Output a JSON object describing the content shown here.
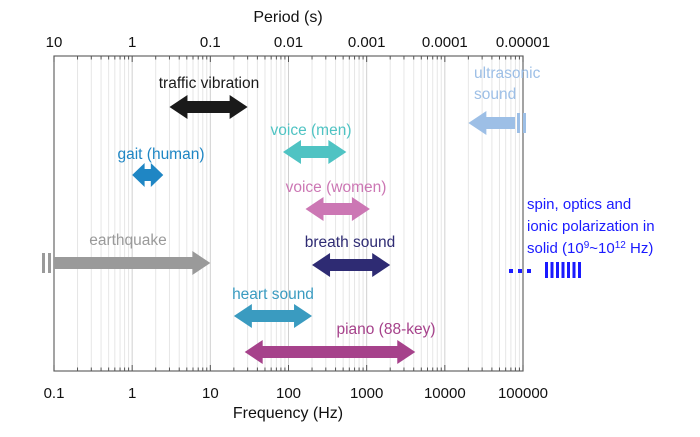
{
  "chart_data": {
    "type": "range",
    "xlabel": "Frequency (Hz)",
    "x2label": "Period (s)",
    "xscale": "log",
    "xlim": [
      0.1,
      100000
    ],
    "grid": "vertical-minor",
    "bottom_ticks": [
      "0.1",
      "1",
      "10",
      "100",
      "1000",
      "10000",
      "100000"
    ],
    "top_ticks": [
      "10",
      "1",
      "0.1",
      "0.01",
      "0.001",
      "0.0001",
      "0.00001"
    ],
    "bands": [
      {
        "name": "traffic vibration",
        "x": [
          3,
          30
        ],
        "color": "#1a1a1a"
      },
      {
        "name": "ultrasonic sound",
        "x": [
          20000,
          100000
        ],
        "color": "#9dbfe6",
        "label_lines": [
          "ultrasonic",
          "sound"
        ],
        "open": "right"
      },
      {
        "name": "voice (men)",
        "x": [
          85,
          550
        ],
        "color": "#4fc3c3"
      },
      {
        "name": "gait (human)",
        "x": [
          1,
          2.5
        ],
        "color": "#1f86c4"
      },
      {
        "name": "voice (women)",
        "x": [
          165,
          1100
        ],
        "color": "#cc77b4"
      },
      {
        "name": "earthquake",
        "x": [
          0.1,
          10
        ],
        "color": "#9a9a9a",
        "open": "left"
      },
      {
        "name": "breath sound",
        "x": [
          200,
          2000
        ],
        "color": "#2e2b73"
      },
      {
        "name": "heart sound",
        "x": [
          20,
          200
        ],
        "color": "#3a9bc0"
      },
      {
        "name": "piano (88-key)",
        "x": [
          27.5,
          4186
        ],
        "color": "#a6428b"
      }
    ],
    "side_note": {
      "lines": [
        "spin, optics and",
        "ionic polarization in"
      ],
      "last_line": {
        "prefix": "solid (10",
        "sup1": "9",
        "mid": "~10",
        "sup2": "12",
        "suffix": " Hz)"
      },
      "color": "#1a1aff"
    }
  }
}
